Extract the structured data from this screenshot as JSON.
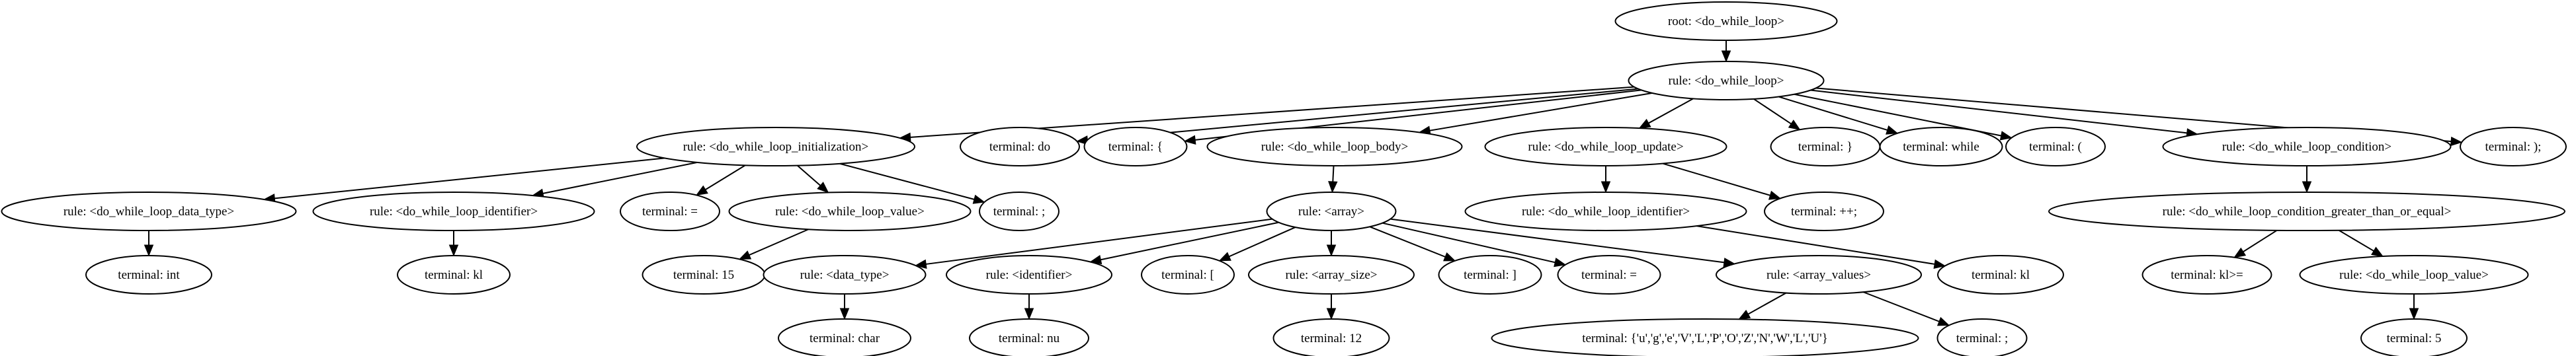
{
  "diagram": {
    "type": "parse-tree",
    "nodes": [
      {
        "id": "n0",
        "label": "root: <do_while_loop>"
      },
      {
        "id": "n1",
        "label": "rule: <do_while_loop>"
      },
      {
        "id": "n2",
        "label": "rule: <do_while_loop_initialization>"
      },
      {
        "id": "n3",
        "label": "terminal: do"
      },
      {
        "id": "n4",
        "label": "terminal: {"
      },
      {
        "id": "n5",
        "label": "rule: <do_while_loop_body>"
      },
      {
        "id": "n6",
        "label": "rule: <do_while_loop_update>"
      },
      {
        "id": "n7",
        "label": "terminal: }"
      },
      {
        "id": "n8",
        "label": "terminal: while"
      },
      {
        "id": "n9",
        "label": "terminal: ("
      },
      {
        "id": "n10",
        "label": "rule: <do_while_loop_condition>"
      },
      {
        "id": "n11",
        "label": "terminal: );"
      },
      {
        "id": "n12",
        "label": "rule: <do_while_loop_data_type>"
      },
      {
        "id": "n13",
        "label": "rule: <do_while_loop_identifier>"
      },
      {
        "id": "n14",
        "label": "terminal: ="
      },
      {
        "id": "n15",
        "label": "rule: <do_while_loop_value>"
      },
      {
        "id": "n16",
        "label": "terminal: ;"
      },
      {
        "id": "n17",
        "label": "rule: <array>"
      },
      {
        "id": "n18",
        "label": "rule: <do_while_loop_identifier>"
      },
      {
        "id": "n19",
        "label": "terminal: ++;"
      },
      {
        "id": "n20",
        "label": "rule: <do_while_loop_condition_greater_than_or_equal>"
      },
      {
        "id": "n21",
        "label": "terminal: int"
      },
      {
        "id": "n22",
        "label": "terminal: kl"
      },
      {
        "id": "n23",
        "label": "terminal: 15"
      },
      {
        "id": "n24",
        "label": "rule: <data_type>"
      },
      {
        "id": "n25",
        "label": "rule: <identifier>"
      },
      {
        "id": "n26",
        "label": "terminal: ["
      },
      {
        "id": "n27",
        "label": "rule: <array_size>"
      },
      {
        "id": "n28",
        "label": "terminal: ]"
      },
      {
        "id": "n29",
        "label": "terminal: ="
      },
      {
        "id": "n30",
        "label": "rule: <array_values>"
      },
      {
        "id": "n31",
        "label": "terminal: kl"
      },
      {
        "id": "n32",
        "label": "terminal: kl>="
      },
      {
        "id": "n33",
        "label": "rule: <do_while_loop_value>"
      },
      {
        "id": "n34",
        "label": "terminal: char"
      },
      {
        "id": "n35",
        "label": "terminal: nu"
      },
      {
        "id": "n36",
        "label": "terminal: 12"
      },
      {
        "id": "n37",
        "label": "terminal: {'u','g','e','V','L','P','O','Z','N','W','L','U'}"
      },
      {
        "id": "n38",
        "label": "terminal: ;"
      },
      {
        "id": "n39",
        "label": "terminal: 5"
      }
    ],
    "edges": [
      [
        "n0",
        "n1"
      ],
      [
        "n1",
        "n2"
      ],
      [
        "n1",
        "n3"
      ],
      [
        "n1",
        "n4"
      ],
      [
        "n1",
        "n5"
      ],
      [
        "n1",
        "n6"
      ],
      [
        "n1",
        "n7"
      ],
      [
        "n1",
        "n8"
      ],
      [
        "n1",
        "n9"
      ],
      [
        "n1",
        "n10"
      ],
      [
        "n1",
        "n11"
      ],
      [
        "n2",
        "n12"
      ],
      [
        "n2",
        "n13"
      ],
      [
        "n2",
        "n14"
      ],
      [
        "n2",
        "n15"
      ],
      [
        "n2",
        "n16"
      ],
      [
        "n5",
        "n17"
      ],
      [
        "n6",
        "n18"
      ],
      [
        "n6",
        "n19"
      ],
      [
        "n10",
        "n20"
      ],
      [
        "n12",
        "n21"
      ],
      [
        "n13",
        "n22"
      ],
      [
        "n15",
        "n23"
      ],
      [
        "n17",
        "n24"
      ],
      [
        "n17",
        "n25"
      ],
      [
        "n17",
        "n26"
      ],
      [
        "n17",
        "n27"
      ],
      [
        "n17",
        "n28"
      ],
      [
        "n17",
        "n29"
      ],
      [
        "n17",
        "n30"
      ],
      [
        "n18",
        "n31"
      ],
      [
        "n20",
        "n32"
      ],
      [
        "n20",
        "n33"
      ],
      [
        "n24",
        "n34"
      ],
      [
        "n25",
        "n35"
      ],
      [
        "n27",
        "n36"
      ],
      [
        "n30",
        "n37"
      ],
      [
        "n30",
        "n38"
      ],
      [
        "n33",
        "n39"
      ]
    ]
  }
}
